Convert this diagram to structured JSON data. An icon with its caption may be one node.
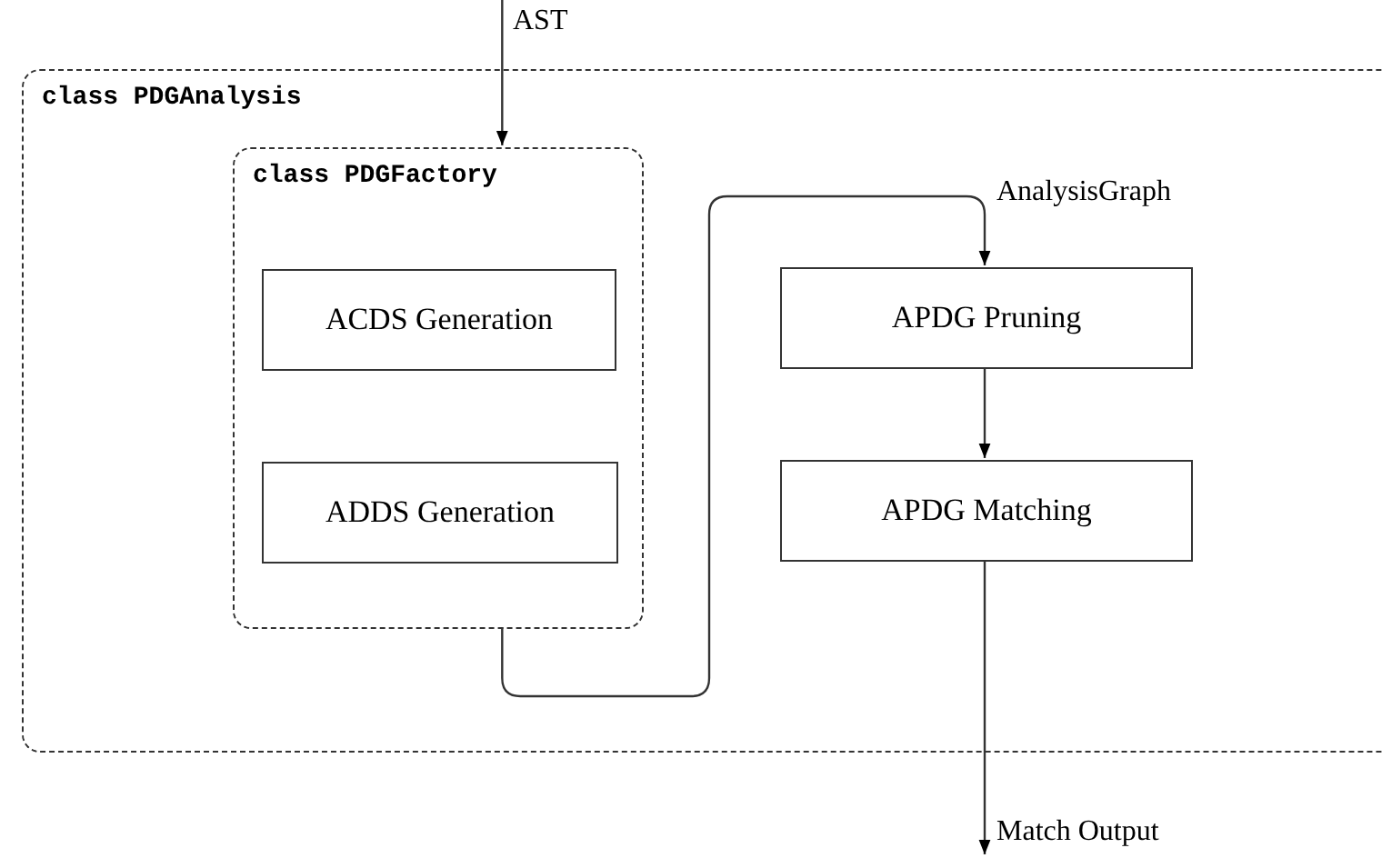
{
  "diagram": {
    "nodes": [
      {
        "text": [
          "class PDGAnalysis"
        ]
      },
      {
        "text": [
          "class PDGFactory"
        ],
        "in": 0
      },
      {
        "text": [
          "ACDS Generation"
        ],
        "in": 1
      },
      {
        "text": [
          "ADDS Generation"
        ],
        "in": 1
      },
      {
        "text": [
          "APDG Pruning"
        ],
        "in": 0
      },
      {
        "text": [
          "APDG Matching"
        ],
        "in": 0
      }
    ],
    "edges": [
      {
        "from": null,
        "to": 1,
        "arrow": "to",
        "label": "AST"
      },
      {
        "from": 1,
        "to": 4,
        "arrow": "to",
        "label": "AnalysisGraph"
      },
      {
        "from": 4,
        "to": 5,
        "arrow": "to"
      },
      {
        "from": 5,
        "to": null,
        "arrow": "to",
        "label": "Match Output"
      }
    ]
  }
}
